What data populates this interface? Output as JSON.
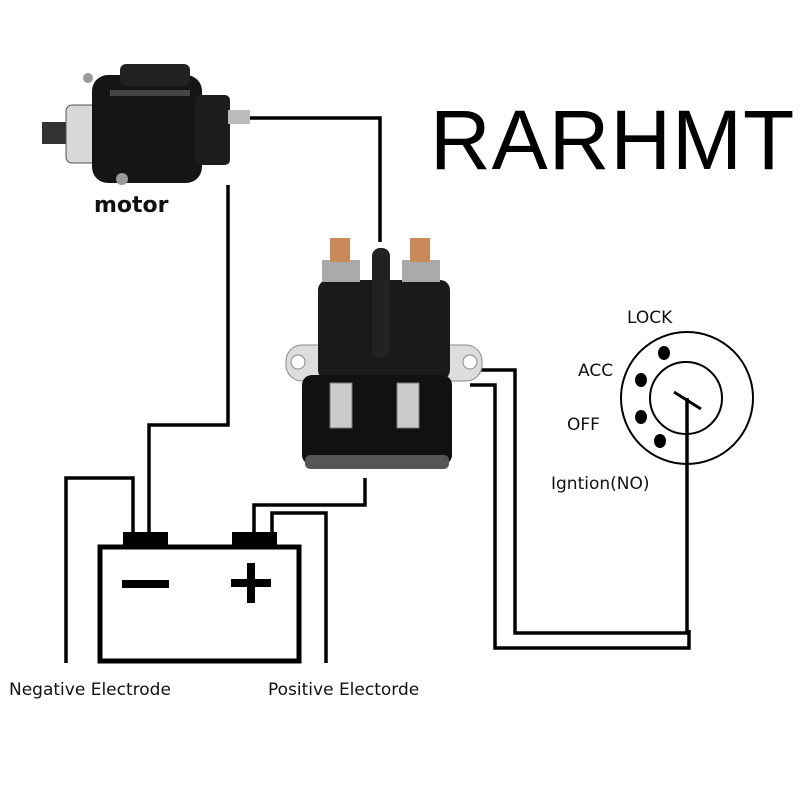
{
  "brand": "RARHMT",
  "components": {
    "motor_label": "motor",
    "battery": {
      "negative_symbol": "−",
      "positive_symbol": "+"
    },
    "negative_label": "Negative Electrode",
    "positive_label": "Positive Electorde"
  },
  "ignition_switch": {
    "positions": [
      "LOCK",
      "ACC",
      "OFF",
      "Igntion(NO)"
    ]
  }
}
